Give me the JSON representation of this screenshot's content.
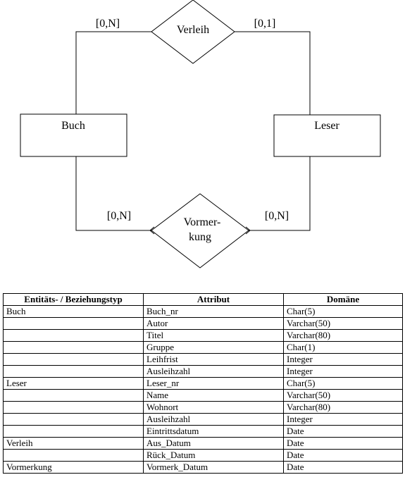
{
  "diagram": {
    "entities": {
      "buch": "Buch",
      "leser": "Leser"
    },
    "relationships": {
      "verleih": "Verleih",
      "vormerkung_line1": "Vormer-",
      "vormerkung_line2": "kung"
    },
    "cardinalities": {
      "buch_verleih": "[0,N]",
      "leser_verleih": "[0,1]",
      "buch_vormerkung": "[0,N]",
      "leser_vormerkung": "[0,N]"
    }
  },
  "table": {
    "headers": [
      "Entitäts- / Beziehungstyp",
      "Attribut",
      "Domäne"
    ],
    "rows": [
      [
        "Buch",
        "Buch_nr",
        "Char(5)"
      ],
      [
        "",
        "Autor",
        "Varchar(50)"
      ],
      [
        "",
        "Titel",
        "Varchar(80)"
      ],
      [
        "",
        "Gruppe",
        "Char(1)"
      ],
      [
        "",
        "Leihfrist",
        "Integer"
      ],
      [
        "",
        "Ausleihzahl",
        "Integer"
      ],
      [
        "Leser",
        "Leser_nr",
        "Char(5)"
      ],
      [
        "",
        "Name",
        "Varchar(50)"
      ],
      [
        "",
        "Wohnort",
        "Varchar(80)"
      ],
      [
        "",
        "Ausleihzahl",
        "Integer"
      ],
      [
        "",
        "Eintrittsdatum",
        "Date"
      ],
      [
        "Verleih",
        "Aus_Datum",
        "Date"
      ],
      [
        "",
        "Rück_Datum",
        "Date"
      ],
      [
        "Vormerkung",
        "Vormerk_Datum",
        "Date"
      ]
    ]
  }
}
